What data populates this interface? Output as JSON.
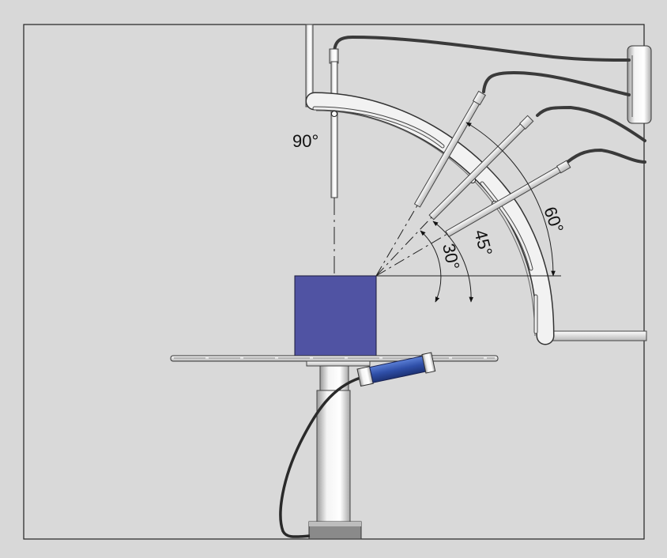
{
  "angle_labels": {
    "a90": "90°",
    "a60": "60°",
    "a45": "45°",
    "a30": "30°"
  },
  "colors": {
    "background": "#d8d8d8",
    "sample_block": "#5053a3",
    "metal": "#ededed",
    "cable": "#3a3a3a",
    "sensor_blue": "#2f4fa8"
  },
  "probe_angles_deg": [
    90,
    60,
    45,
    30
  ]
}
